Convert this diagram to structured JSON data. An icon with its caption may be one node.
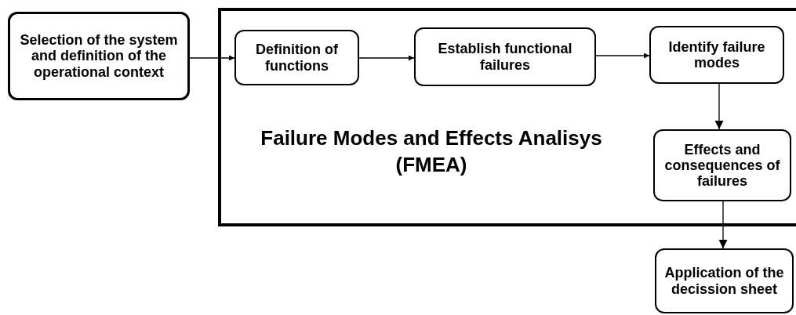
{
  "diagram": {
    "nodes": [
      {
        "text": [
          "Selection of the system and definition of the operational context"
        ]
      },
      {
        "text": [
          "Failure Modes and Effects Analisys (FMEA)"
        ]
      },
      {
        "text": [
          "Definition of functions"
        ],
        "in": 1
      },
      {
        "text": [
          "Establish functional failures"
        ],
        "in": 1
      },
      {
        "text": [
          "Identify failure modes"
        ],
        "in": 1
      },
      {
        "text": [
          "Effects and consequences of failures"
        ],
        "in": 1
      },
      {
        "text": [
          "Application of the decission sheet"
        ]
      }
    ],
    "edges": [
      {
        "from": 0,
        "to": 2,
        "arrow": "to"
      },
      {
        "from": 2,
        "to": 3,
        "arrow": "to"
      },
      {
        "from": 3,
        "to": 4,
        "arrow": "to"
      },
      {
        "from": 4,
        "to": 5,
        "arrow": "to"
      },
      {
        "from": 5,
        "to": 6,
        "arrow": "to"
      }
    ]
  }
}
